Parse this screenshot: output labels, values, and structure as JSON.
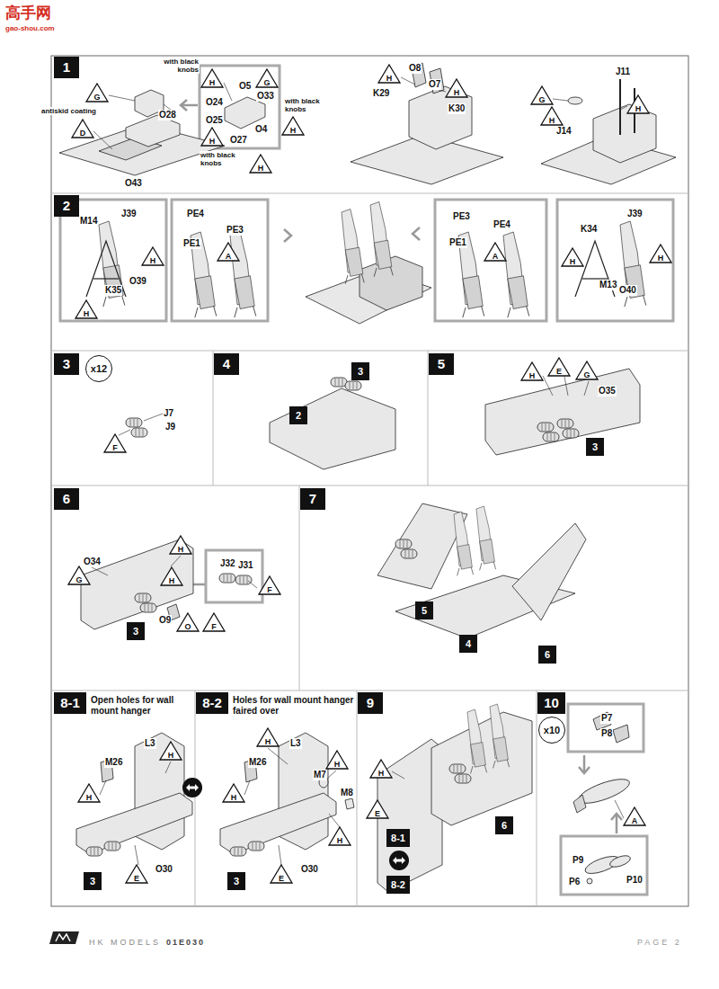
{
  "diagram": {
    "nodes": [
      {
        "text": [
          "1"
        ]
      },
      {
        "text": [
          "G"
        ]
      },
      {
        "text": [
          "D"
        ]
      },
      {
        "text": [
          "H"
        ]
      },
      {
        "text": [
          "G"
        ]
      },
      {
        "text": [
          "H"
        ]
      },
      {
        "text": [
          "H"
        ]
      },
      {
        "text": [
          "H"
        ]
      },
      {
        "text": [
          "H"
        ]
      },
      {
        "text": [
          "H"
        ]
      },
      {
        "text": [
          "G"
        ]
      },
      {
        "text": [
          "H"
        ]
      },
      {
        "text": [
          "H"
        ]
      },
      {
        "text": [
          "2"
        ]
      },
      {
        "text": [
          "H"
        ]
      },
      {
        "text": [
          "H"
        ]
      },
      {
        "text": [
          "A"
        ]
      },
      {
        "text": [
          "A"
        ]
      },
      {
        "text": [
          "H"
        ]
      },
      {
        "text": [
          "H"
        ]
      },
      {
        "text": [
          "3"
        ]
      },
      {
        "text": [
          "x12"
        ]
      },
      {
        "text": [
          "F"
        ]
      },
      {
        "text": [
          "4"
        ]
      },
      {
        "text": [
          "3"
        ]
      },
      {
        "text": [
          "2"
        ]
      },
      {
        "text": [
          "5"
        ]
      },
      {
        "text": [
          "H"
        ]
      },
      {
        "text": [
          "E"
        ]
      },
      {
        "text": [
          "G"
        ]
      },
      {
        "text": [
          "3"
        ]
      },
      {
        "text": [
          "6"
        ]
      },
      {
        "text": [
          "G"
        ]
      },
      {
        "text": [
          "H"
        ]
      },
      {
        "text": [
          "H"
        ]
      },
      {
        "text": [
          "3"
        ]
      },
      {
        "text": [
          "O"
        ]
      },
      {
        "text": [
          "F"
        ]
      },
      {
        "text": [
          "F"
        ]
      },
      {
        "text": [
          "7"
        ]
      },
      {
        "text": [
          "5"
        ]
      },
      {
        "text": [
          "4"
        ]
      },
      {
        "text": [
          "6"
        ]
      },
      {
        "text": [
          "8-1"
        ]
      },
      {
        "text": [
          "H"
        ]
      },
      {
        "text": [
          "H"
        ]
      },
      {
        "text": [
          "3"
        ]
      },
      {
        "text": [
          "E"
        ]
      },
      {
        "text": [
          "8-2"
        ]
      },
      {
        "text": [
          "H"
        ]
      },
      {
        "text": [
          "H"
        ]
      },
      {
        "text": [
          "H"
        ]
      },
      {
        "text": [
          "H"
        ]
      },
      {
        "text": [
          "3"
        ]
      },
      {
        "text": [
          "E"
        ]
      },
      {
        "text": [
          "9"
        ]
      },
      {
        "text": [
          "H"
        ]
      },
      {
        "text": [
          "E"
        ]
      },
      {
        "text": [
          "6"
        ]
      },
      {
        "text": [
          "8-1"
        ]
      },
      {
        "text": [
          "8-2"
        ]
      },
      {
        "text": [
          "10"
        ]
      },
      {
        "text": [
          "x10"
        ]
      },
      {
        "text": [
          "A"
        ]
      }
    ],
    "labels": [
      "高手网",
      "gao-shou.com",
      "antiskid coating",
      "O28",
      "O43",
      "with black knobs",
      "O5",
      "O33",
      "O24",
      "with black knobs",
      "O25",
      "O4",
      "O27",
      "with black knobs",
      "O8",
      "O7",
      "K29",
      "K30",
      "J11",
      "J14",
      "J39",
      "M14",
      "O39",
      "K35",
      "PE4",
      "PE3",
      "PE1",
      "PE3",
      "PE4",
      "PE1",
      "J39",
      "K34",
      "M13",
      "O40",
      "J7",
      "J9",
      "O35",
      "O34",
      "O9",
      "J32",
      "J31",
      "Open holes for wall mount hanger",
      "L3",
      "M26",
      "O30",
      "Holes for wall mount hanger faired over",
      "L3",
      "M26",
      "M7",
      "M8",
      "O30",
      "P7",
      "P8",
      "P9",
      "P6",
      "P10",
      "HK MODELS",
      "01E030",
      "PAGE 2"
    ]
  }
}
